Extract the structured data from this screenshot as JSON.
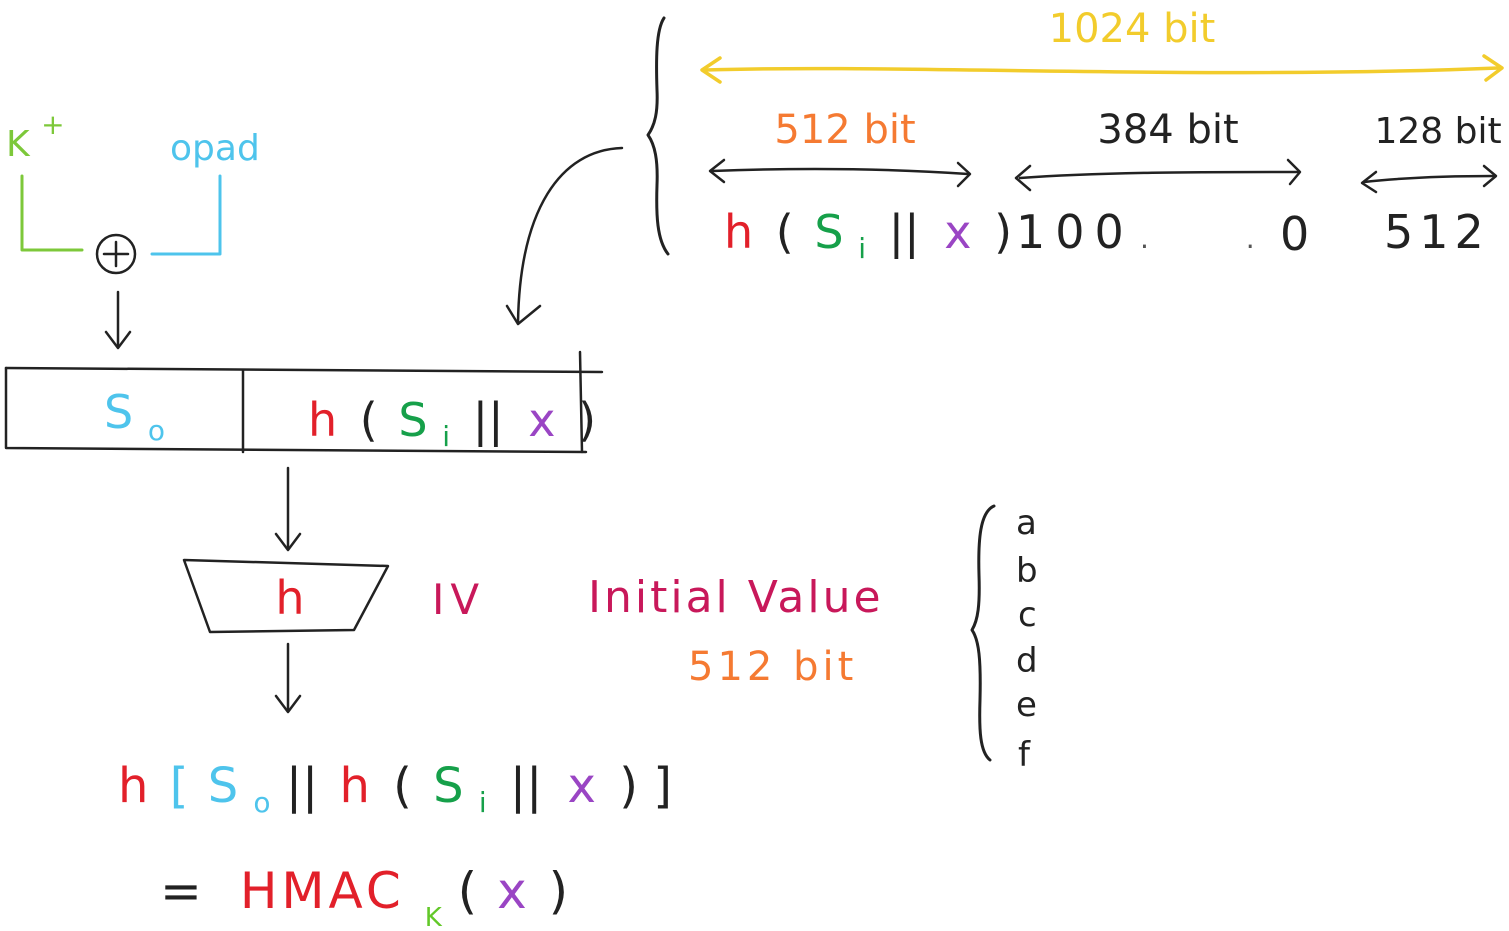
{
  "colors": {
    "black": "#222222",
    "yellow": "#f2cc2c",
    "orange": "#f57a32",
    "red": "#e2202a",
    "green": "#16a04a",
    "purple": "#9a45c4",
    "lightblue": "#4ec4ec",
    "lime": "#7dc83a",
    "crimson": "#c8185a",
    "lime_k": "#62c828"
  },
  "top_bar": {
    "total_label": "1024 bit",
    "segments": [
      {
        "label": "512 bit",
        "content": [
          "h",
          "(",
          "S",
          "i",
          "||",
          "x",
          ")"
        ]
      },
      {
        "label": "384 bit",
        "content_start": "100",
        "dots": ". .",
        "content_end": "0"
      },
      {
        "label": "128 bit",
        "content": "512"
      }
    ]
  },
  "xor_block": {
    "key_label": "K",
    "key_superscript": "+",
    "pad_label": "opad",
    "operator": "⊕"
  },
  "message_block": {
    "left_cell": {
      "letter": "S",
      "subscript": "o"
    },
    "right_cell": [
      "h",
      "(",
      "S",
      "i",
      "||",
      "x",
      ")"
    ]
  },
  "hash_box": {
    "label": "h"
  },
  "iv": {
    "abbrev": "IV",
    "description": "Initial Value",
    "size": "512 bit",
    "registers": [
      "a",
      "b",
      "c",
      "d",
      "e",
      "f"
    ]
  },
  "result": {
    "line1": [
      "h",
      "[",
      "S",
      "o",
      "||",
      "h",
      "(",
      "S",
      "i",
      "||",
      "x",
      ")",
      "]"
    ],
    "line2": {
      "equals": "=",
      "name": "HMAC",
      "subscript": "K",
      "open": "(",
      "arg": "x",
      "close": ")"
    }
  }
}
